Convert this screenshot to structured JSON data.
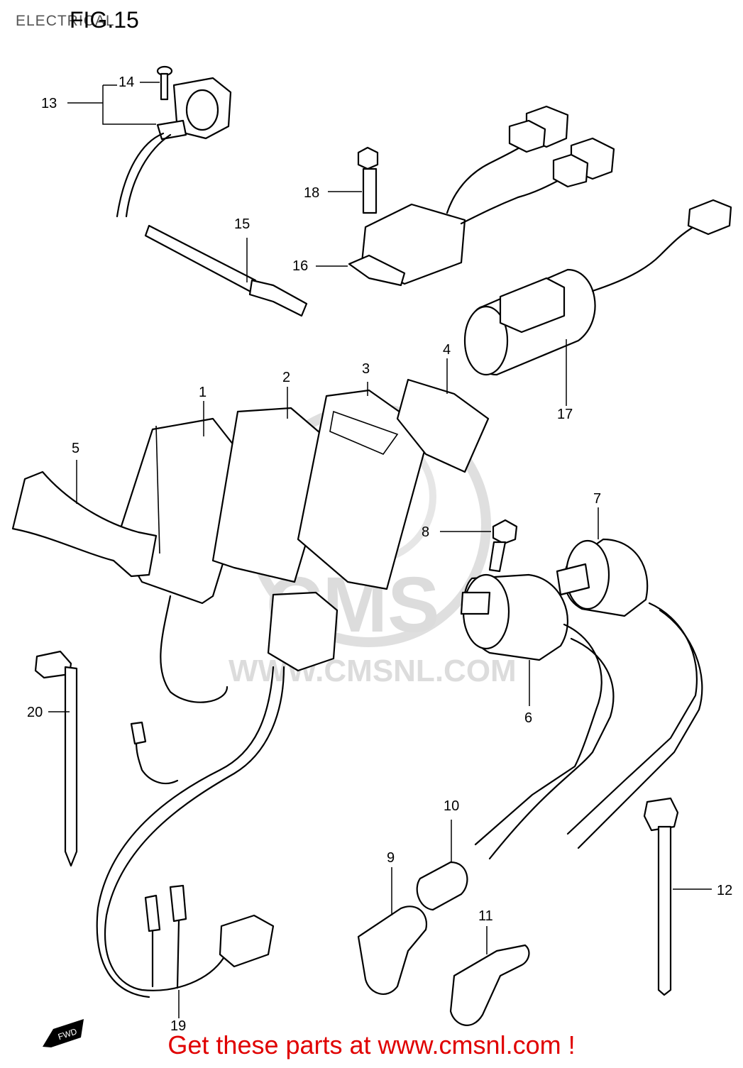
{
  "header": {
    "section": "ELECTRICAL",
    "figure": "FIG.15"
  },
  "watermark": {
    "brand": "CMS",
    "url": "WWW.CMSNL.COM"
  },
  "callouts": [
    "1",
    "2",
    "3",
    "4",
    "5",
    "6",
    "7",
    "8",
    "9",
    "10",
    "11",
    "12",
    "13",
    "14",
    "15",
    "16",
    "17",
    "18",
    "19",
    "20"
  ],
  "fwd_label": "FWD",
  "footer": {
    "text": "Get these parts at www.cmsnl.com !"
  },
  "colors": {
    "footer": "#e00000",
    "watermark": "#d9d9d9",
    "lines": "#000000"
  }
}
